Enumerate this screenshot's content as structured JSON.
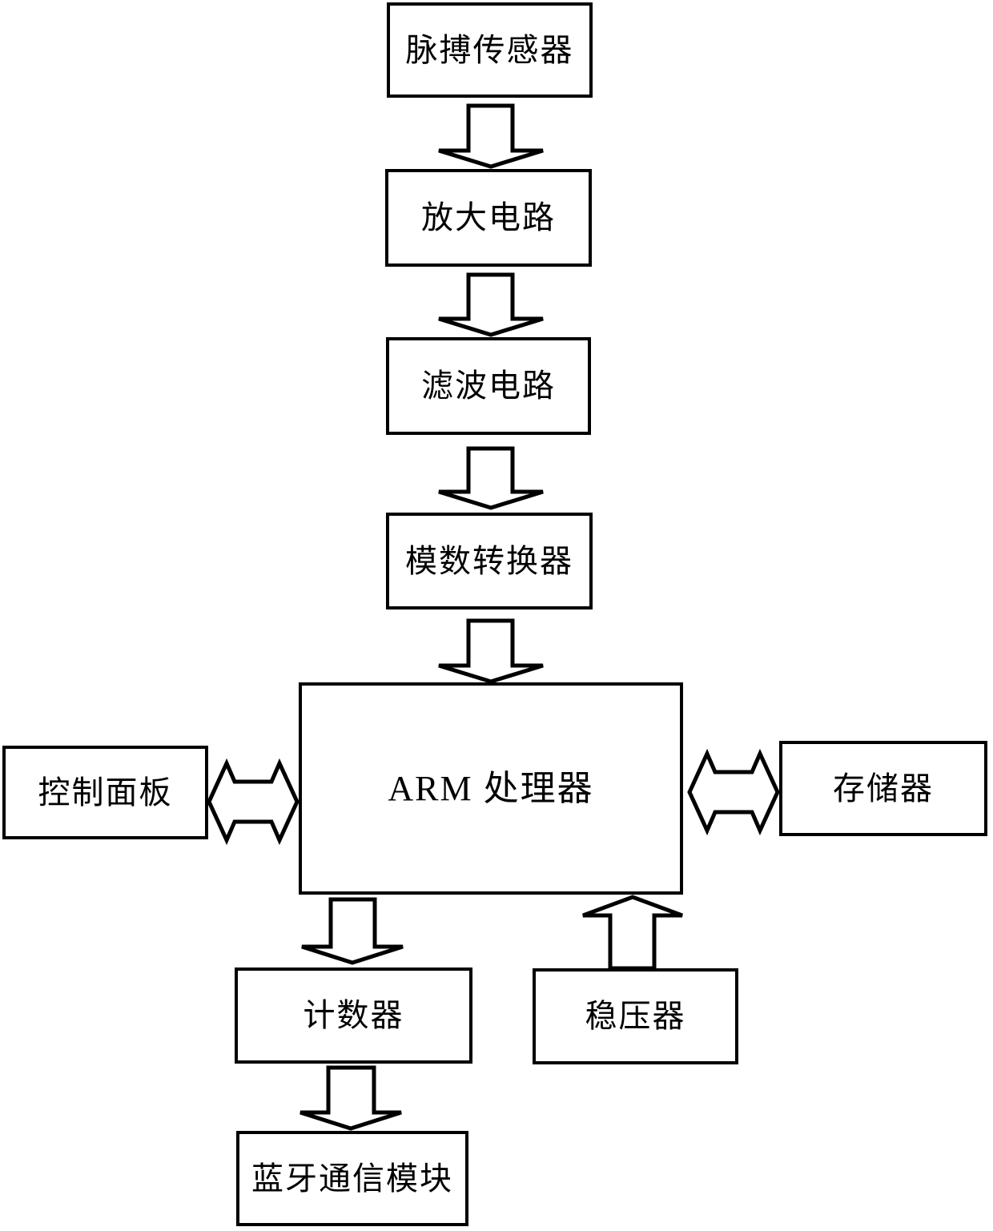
{
  "diagram": {
    "type": "block-diagram",
    "nodes": {
      "pulse_sensor": {
        "label": "脉搏传感器"
      },
      "amplifier": {
        "label": "放大电路"
      },
      "filter": {
        "label": "滤波电路"
      },
      "adc": {
        "label": "模数转换器"
      },
      "arm": {
        "label": "ARM 处理器"
      },
      "control_panel": {
        "label": "控制面板"
      },
      "memory": {
        "label": "存储器"
      },
      "counter": {
        "label": "计数器"
      },
      "regulator": {
        "label": "稳压器"
      },
      "bluetooth": {
        "label": "蓝牙通信模块"
      }
    },
    "edges": [
      {
        "from": "pulse_sensor",
        "to": "amplifier",
        "direction": "down",
        "style": "outlined-block-arrow"
      },
      {
        "from": "amplifier",
        "to": "filter",
        "direction": "down",
        "style": "outlined-block-arrow"
      },
      {
        "from": "filter",
        "to": "adc",
        "direction": "down",
        "style": "outlined-block-arrow"
      },
      {
        "from": "adc",
        "to": "arm",
        "direction": "down",
        "style": "outlined-block-arrow"
      },
      {
        "from": "control_panel",
        "to": "arm",
        "direction": "bidirectional",
        "style": "outlined-block-arrow"
      },
      {
        "from": "arm",
        "to": "memory",
        "direction": "bidirectional",
        "style": "outlined-block-arrow"
      },
      {
        "from": "arm",
        "to": "counter",
        "direction": "down",
        "style": "outlined-block-arrow"
      },
      {
        "from": "regulator",
        "to": "arm",
        "direction": "up",
        "style": "outlined-block-arrow"
      },
      {
        "from": "counter",
        "to": "bluetooth",
        "direction": "down",
        "style": "outlined-block-arrow"
      }
    ],
    "colors": {
      "stroke": "#000000",
      "fill": "#ffffff",
      "background": "#ffffff",
      "text": "#000000"
    }
  }
}
